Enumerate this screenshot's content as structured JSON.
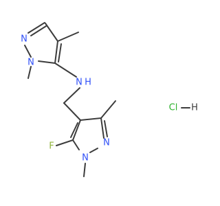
{
  "molecule": {
    "atoms": {
      "n_top_1": "N",
      "n_top_2": "N",
      "nh": "N",
      "h_nh": "H",
      "n_bot_1": "N",
      "n_bot_2": "N",
      "f": "F",
      "cl": "Cl",
      "h_hcl": "H"
    }
  },
  "colors": {
    "bond": "#3c3c3c",
    "nitrogen": "#3050f8",
    "fluorine": "#8fb43a",
    "chlorine": "#2db12d",
    "hydrogen": "#3c3c3c"
  }
}
